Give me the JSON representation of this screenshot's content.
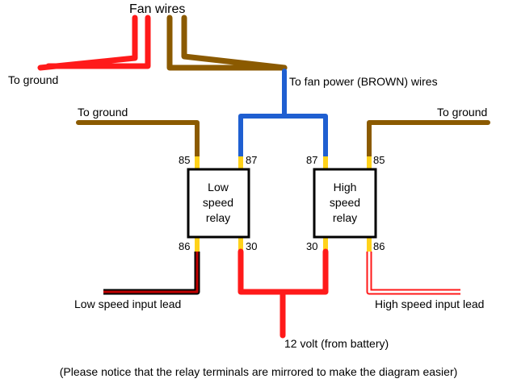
{
  "labels": {
    "fan_wires": "Fan wires",
    "to_ground_top": "To ground",
    "to_fan_power": "To fan power (BROWN) wires",
    "to_ground_left": "To ground",
    "to_ground_right": "To ground",
    "low_speed_input": "Low speed input lead",
    "high_speed_input": "High speed input lead",
    "battery": "12 volt (from battery)",
    "note": "(Please notice that the relay terminals are mirrored to make the diagram easier)"
  },
  "relays": {
    "low": {
      "lines": [
        "Low",
        "speed",
        "relay"
      ],
      "pins": {
        "top_left": "85",
        "top_right": "87",
        "bottom_left": "86",
        "bottom_right": "30"
      }
    },
    "high": {
      "lines": [
        "High",
        "speed",
        "relay"
      ],
      "pins": {
        "top_left": "87",
        "top_right": "85",
        "bottom_left": "30",
        "bottom_right": "86"
      }
    }
  },
  "colors": {
    "red_wire": "#ff1a1a",
    "brown_wire": "#8b5a00",
    "blue_wire": "#1f5fd1",
    "yellow_terminal": "#ffd21a",
    "dark_red_wire": "#a00000",
    "relay_border": "#000000"
  }
}
